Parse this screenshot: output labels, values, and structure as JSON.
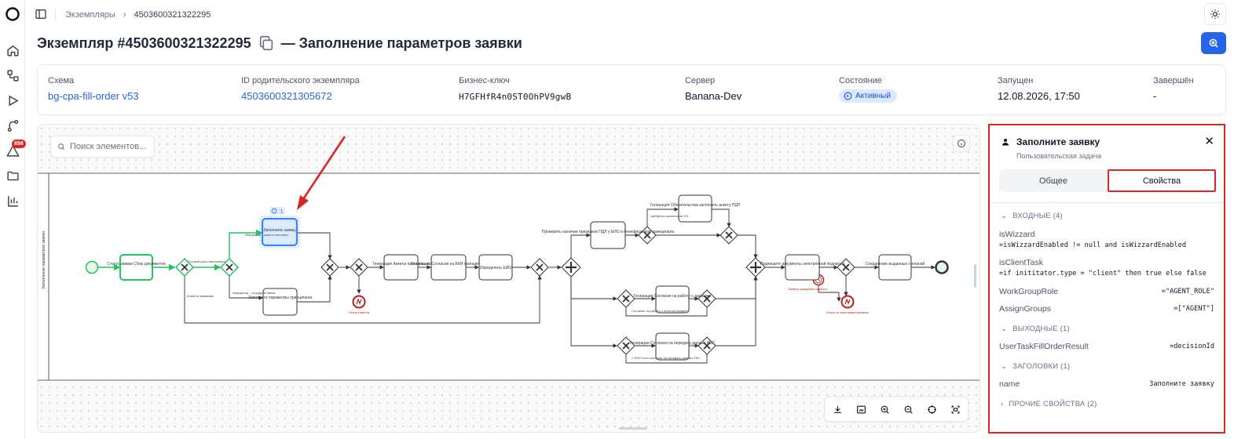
{
  "breadcrumb": {
    "parent": "Экземпляры",
    "current": "4503600321322295"
  },
  "page": {
    "title_prefix": "Экземпляр #4503600321322295",
    "title_suffix": "— Заполнение параметров заявки"
  },
  "info": {
    "schema": {
      "label": "Схема",
      "value": "bg-cpa-fill-order v53"
    },
    "parent_instance": {
      "label": "ID родительского экземпляра",
      "value": "4503600321305672"
    },
    "business_key": {
      "label": "Бизнес-ключ",
      "value": "H7GFHfR4n0ST0OhPV9gwB"
    },
    "server": {
      "label": "Сервер",
      "value": "Banana-Dev"
    },
    "state": {
      "label": "Состояние",
      "value": "Активный"
    },
    "started": {
      "label": "Запущен",
      "value": "12.08.2026, 17:50"
    },
    "finished": {
      "label": "Завершён",
      "value": "-"
    }
  },
  "sidebar": {
    "badge_count": "898"
  },
  "canvas": {
    "search_placeholder": "Поиск элементов...",
    "pool_label": "Заполнение параметров заявки",
    "token_count": "1",
    "tasks": {
      "status": "Статус заявки Сбор документов",
      "fill": "Заполните заявку",
      "params": "Заполните параметры принципала",
      "anketa": "Генерация Анкеты принципала",
      "bki": "Генерация Согласия на БКИ принципала",
      "eio": "Определить ЕИО",
      "check": "Проверить наличие признаков ПДЛ у ЕИО и бенефициаров принципала",
      "pdl": "Генерация Обязательства заполнить анкету ПДЛ",
      "consent_work": "Генерация Согласия на работу с данными",
      "consent_rbs": "Генерация Согласия на передачу данных РБС",
      "sign": "Подпишите документы электронной подписью",
      "save": "Сохранение выданных согласий"
    },
    "flows": {
      "full": "Полный цикл заполнения",
      "wizard": "Инициатор - клиент или агент",
      "initiator_bank": "Инициатор - сотрудник банка",
      "no_wizard": "Клиента заявками",
      "pdl_required": "требуется заполнение ПЭ",
      "need_consent": "Согласие на работу с агентом найдено",
      "rbs": "У ЕИО есть согласие на передачу данных РБС",
      "timer": "Таймер ожидания подписи"
    },
    "end_events": {
      "client_refuse": "Отказ клиента",
      "timeout": "Отказ по окончанию времени"
    }
  },
  "panel": {
    "title": "Заполните заявку",
    "subtitle": "Пользовательская задача",
    "tabs": [
      "Общее",
      "Свойства"
    ],
    "inputs_header": "ВХОДНЫЕ (4)",
    "inputs": [
      {
        "name": "isWizzard",
        "value": "=isWizzardEnabled != null and isWizzardEnabled"
      },
      {
        "name": "isClientTask",
        "value": "=if inititator.type = \"client\" then true else false"
      },
      {
        "name": "WorkGroupRole",
        "value": "=\"AGENT_ROLE\""
      },
      {
        "name": "AssignGroups",
        "value": "=[\"AGENT\"]"
      }
    ],
    "outputs_header": "ВЫХОДНЫЕ (1)",
    "outputs": [
      {
        "name": "UserTaskFillOrderResult",
        "value": "=decisionId"
      }
    ],
    "headers_header": "ЗАГОЛОВКИ (1)",
    "headers": [
      {
        "name": "name",
        "value": "Заполните заявку"
      }
    ],
    "other_header": "ПРОЧИЕ СВОЙСТВА (2)"
  },
  "colors": {
    "accent": "#2563eb",
    "highlight": "#dc2626",
    "active_path": "#22c55e",
    "selected_task": "#3b82f6"
  }
}
